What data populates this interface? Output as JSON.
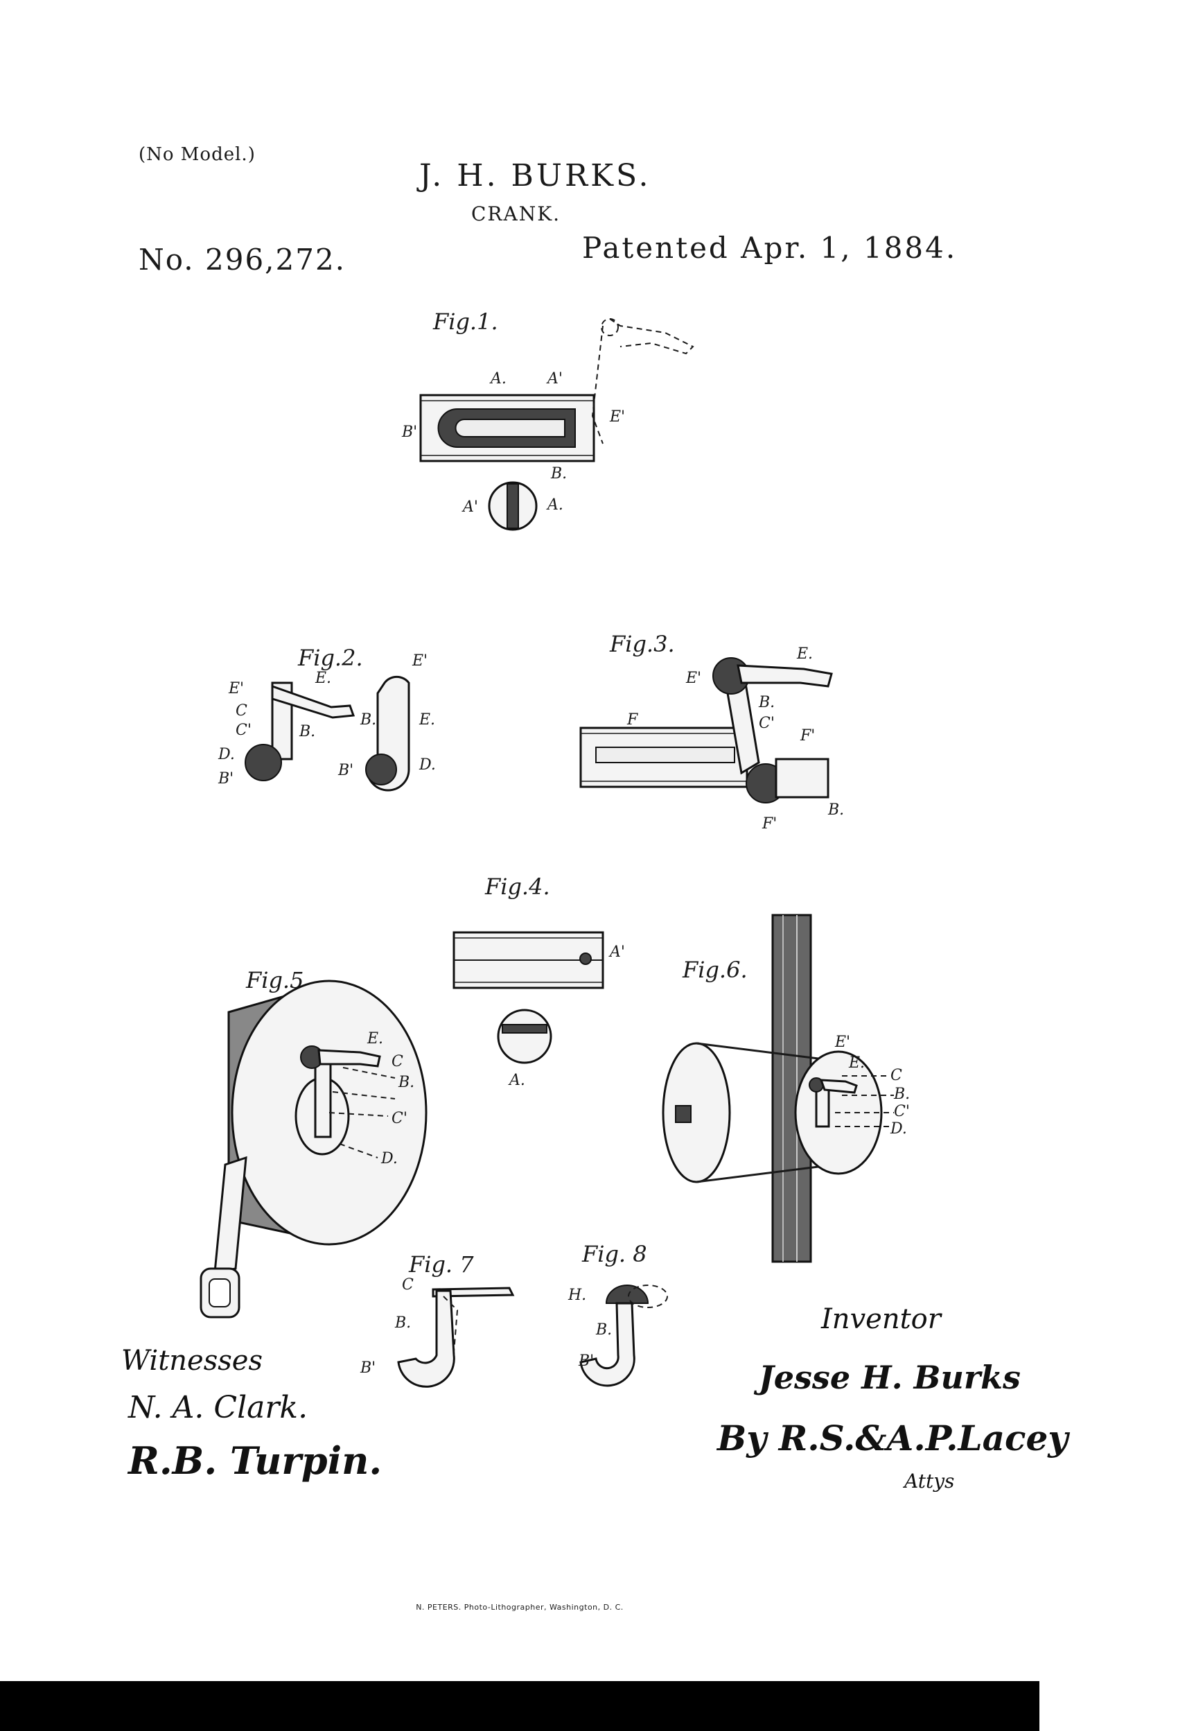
{
  "header": {
    "model_note": "(No Model.)",
    "inventor_name": "J. H. BURKS.",
    "title": "CRANK.",
    "patent_no": "No. 296,272.",
    "patent_date": "Patented Apr. 1, 1884."
  },
  "figures": {
    "fig1": "Fig.1.",
    "fig2": "Fig.2.",
    "fig3": "Fig.3.",
    "fig4": "Fig.4.",
    "fig5": "Fig.5.",
    "fig6": "Fig.6.",
    "fig7": "Fig. 7",
    "fig8": "Fig. 8"
  },
  "letters": {
    "A": "A.",
    "A_prime": "A'",
    "B": "B.",
    "B_prime": "B'",
    "C": "C",
    "C_prime": "C'",
    "D": "D.",
    "E": "E.",
    "E_prime": "E'",
    "F": "F",
    "F_prime": "F'",
    "H": "H."
  },
  "signatures": {
    "witnesses_label": "Witnesses",
    "witness_1": "N. A. Clark.",
    "witness_2": "R.B. Turpin.",
    "inventor_label": "Inventor",
    "inventor_signature": "Jesse H. Burks",
    "attorney_signature": "By R.S.&A.P.Lacey",
    "attorney_label": "Attys"
  },
  "imprint": "N. PETERS. Photo-Lithographer, Washington, D. C."
}
